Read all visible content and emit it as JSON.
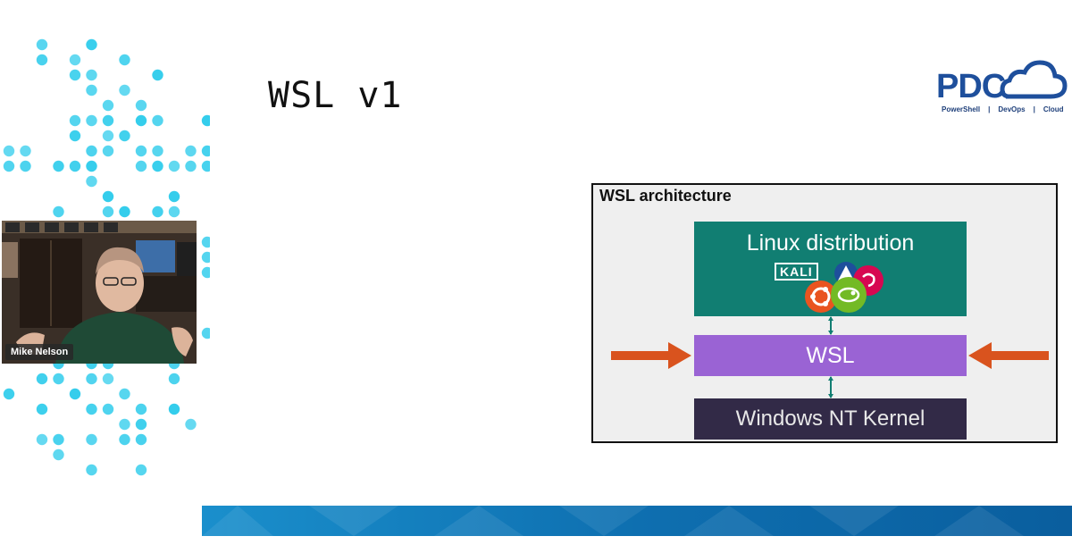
{
  "slide": {
    "title": "WSL v1"
  },
  "logo": {
    "mark": "PDC",
    "tags": [
      "PowerShell",
      "|",
      "DevOps",
      "|",
      "Cloud"
    ]
  },
  "webcam": {
    "presenter_name": "Mike Nelson"
  },
  "diagram": {
    "title": "WSL architecture",
    "layers": {
      "linux": "Linux distribution",
      "wsl": "WSL",
      "kernel": "Windows NT Kernel"
    },
    "distro_badge": "KALI",
    "distro_icons": [
      "kali-icon",
      "arch-icon",
      "debian-icon",
      "ubuntu-icon",
      "opensuse-icon"
    ]
  },
  "colors": {
    "brand_blue": "#1e4f9c",
    "dots": "#33cdec",
    "linux_layer": "#117e72",
    "wsl_layer": "#9a63d4",
    "kernel_layer": "#322a47",
    "arrow": "#d9531e",
    "banner": "#0d74b5"
  }
}
